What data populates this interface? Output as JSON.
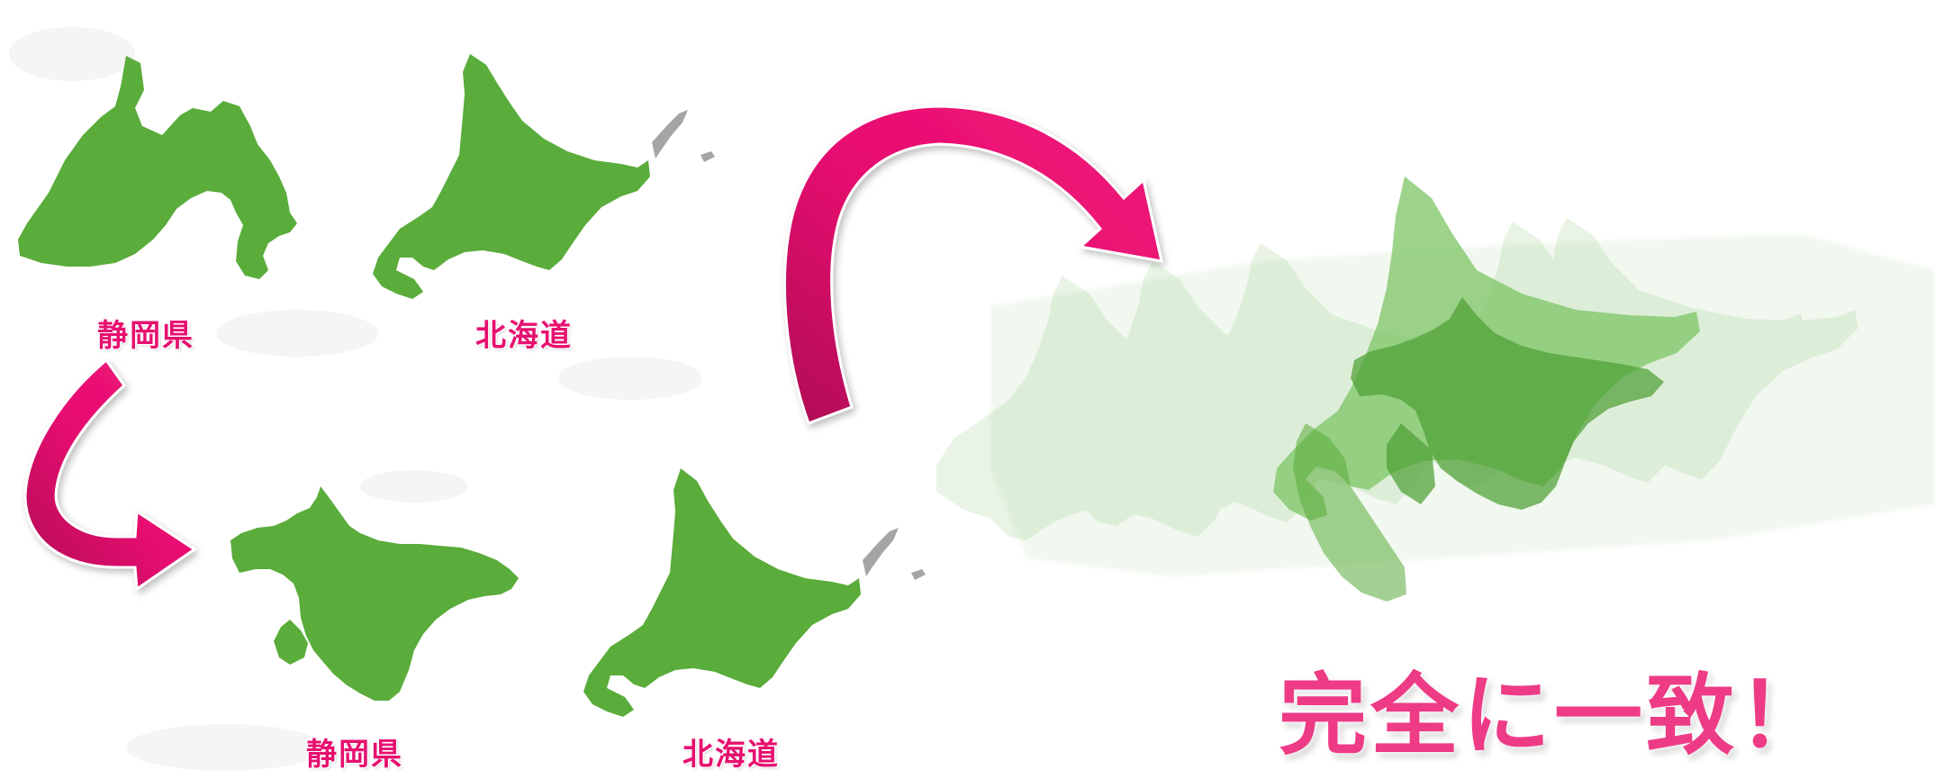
{
  "colors": {
    "map_green": "#5aac3b",
    "arrow_pink": "#ec0f74",
    "arrow_dark": "#b00a56",
    "label_pink": "#e6106f",
    "headline_pink": "#ee3b86"
  },
  "top_row": {
    "shizuoka_label": "静岡県",
    "hokkaido_label": "北海道"
  },
  "bottom_row": {
    "shizuoka_label": "静岡県",
    "hokkaido_label": "北海道"
  },
  "result": {
    "headline": "完全に一致！"
  },
  "icons": [
    "curved-arrow-icon",
    "curved-arrow-icon",
    "map-shape-icon"
  ]
}
